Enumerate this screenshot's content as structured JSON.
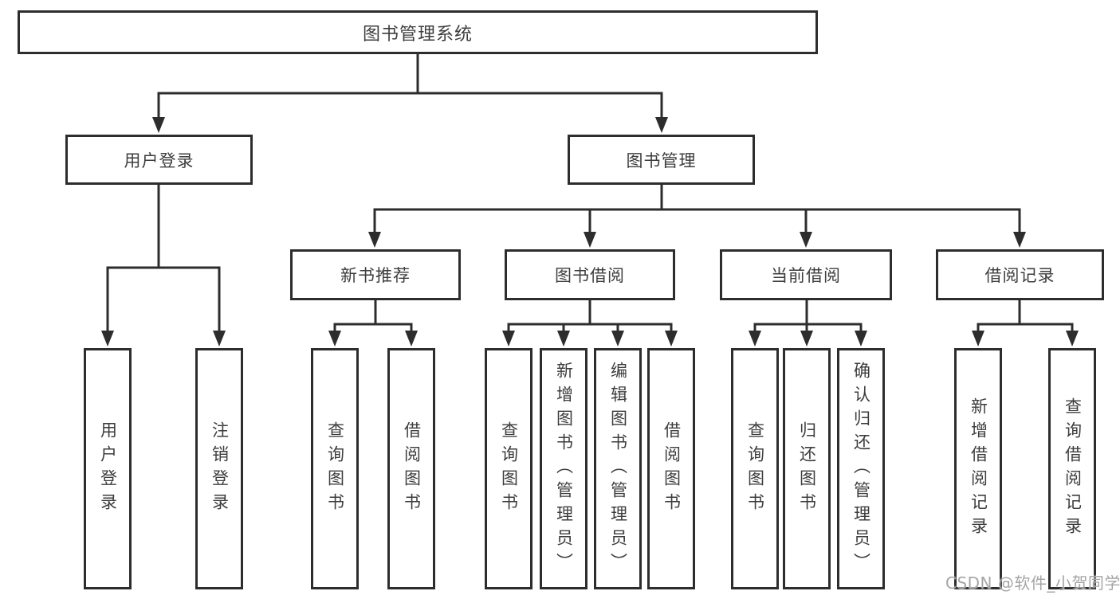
{
  "diagram": {
    "root": {
      "label": "图书管理系统"
    },
    "level2": [
      {
        "label": "用户登录"
      },
      {
        "label": "图书管理"
      }
    ],
    "level3": [
      {
        "label": "新书推荐"
      },
      {
        "label": "图书借阅"
      },
      {
        "label": "当前借阅"
      },
      {
        "label": "借阅记录"
      }
    ],
    "leaves": {
      "user_login": [
        "用户登录",
        "注销登录"
      ],
      "new_book_recommend": [
        "查询图书",
        "借阅图书"
      ],
      "book_borrow": [
        "查询图书",
        "新增图书（管理员）",
        "编辑图书（管理员）",
        "借阅图书"
      ],
      "current_borrow": [
        "查询图书",
        "归还图书",
        "确认归还（管理员）"
      ],
      "borrow_record": [
        "新增借阅记录",
        "查询借阅记录"
      ]
    }
  },
  "watermark": {
    "text": "CSDN @软件_小贺同学"
  },
  "colors": {
    "line": "#2d2d2d",
    "text": "#3d3d3d",
    "background": "#ffffff",
    "watermark": "#a5a5a5"
  }
}
